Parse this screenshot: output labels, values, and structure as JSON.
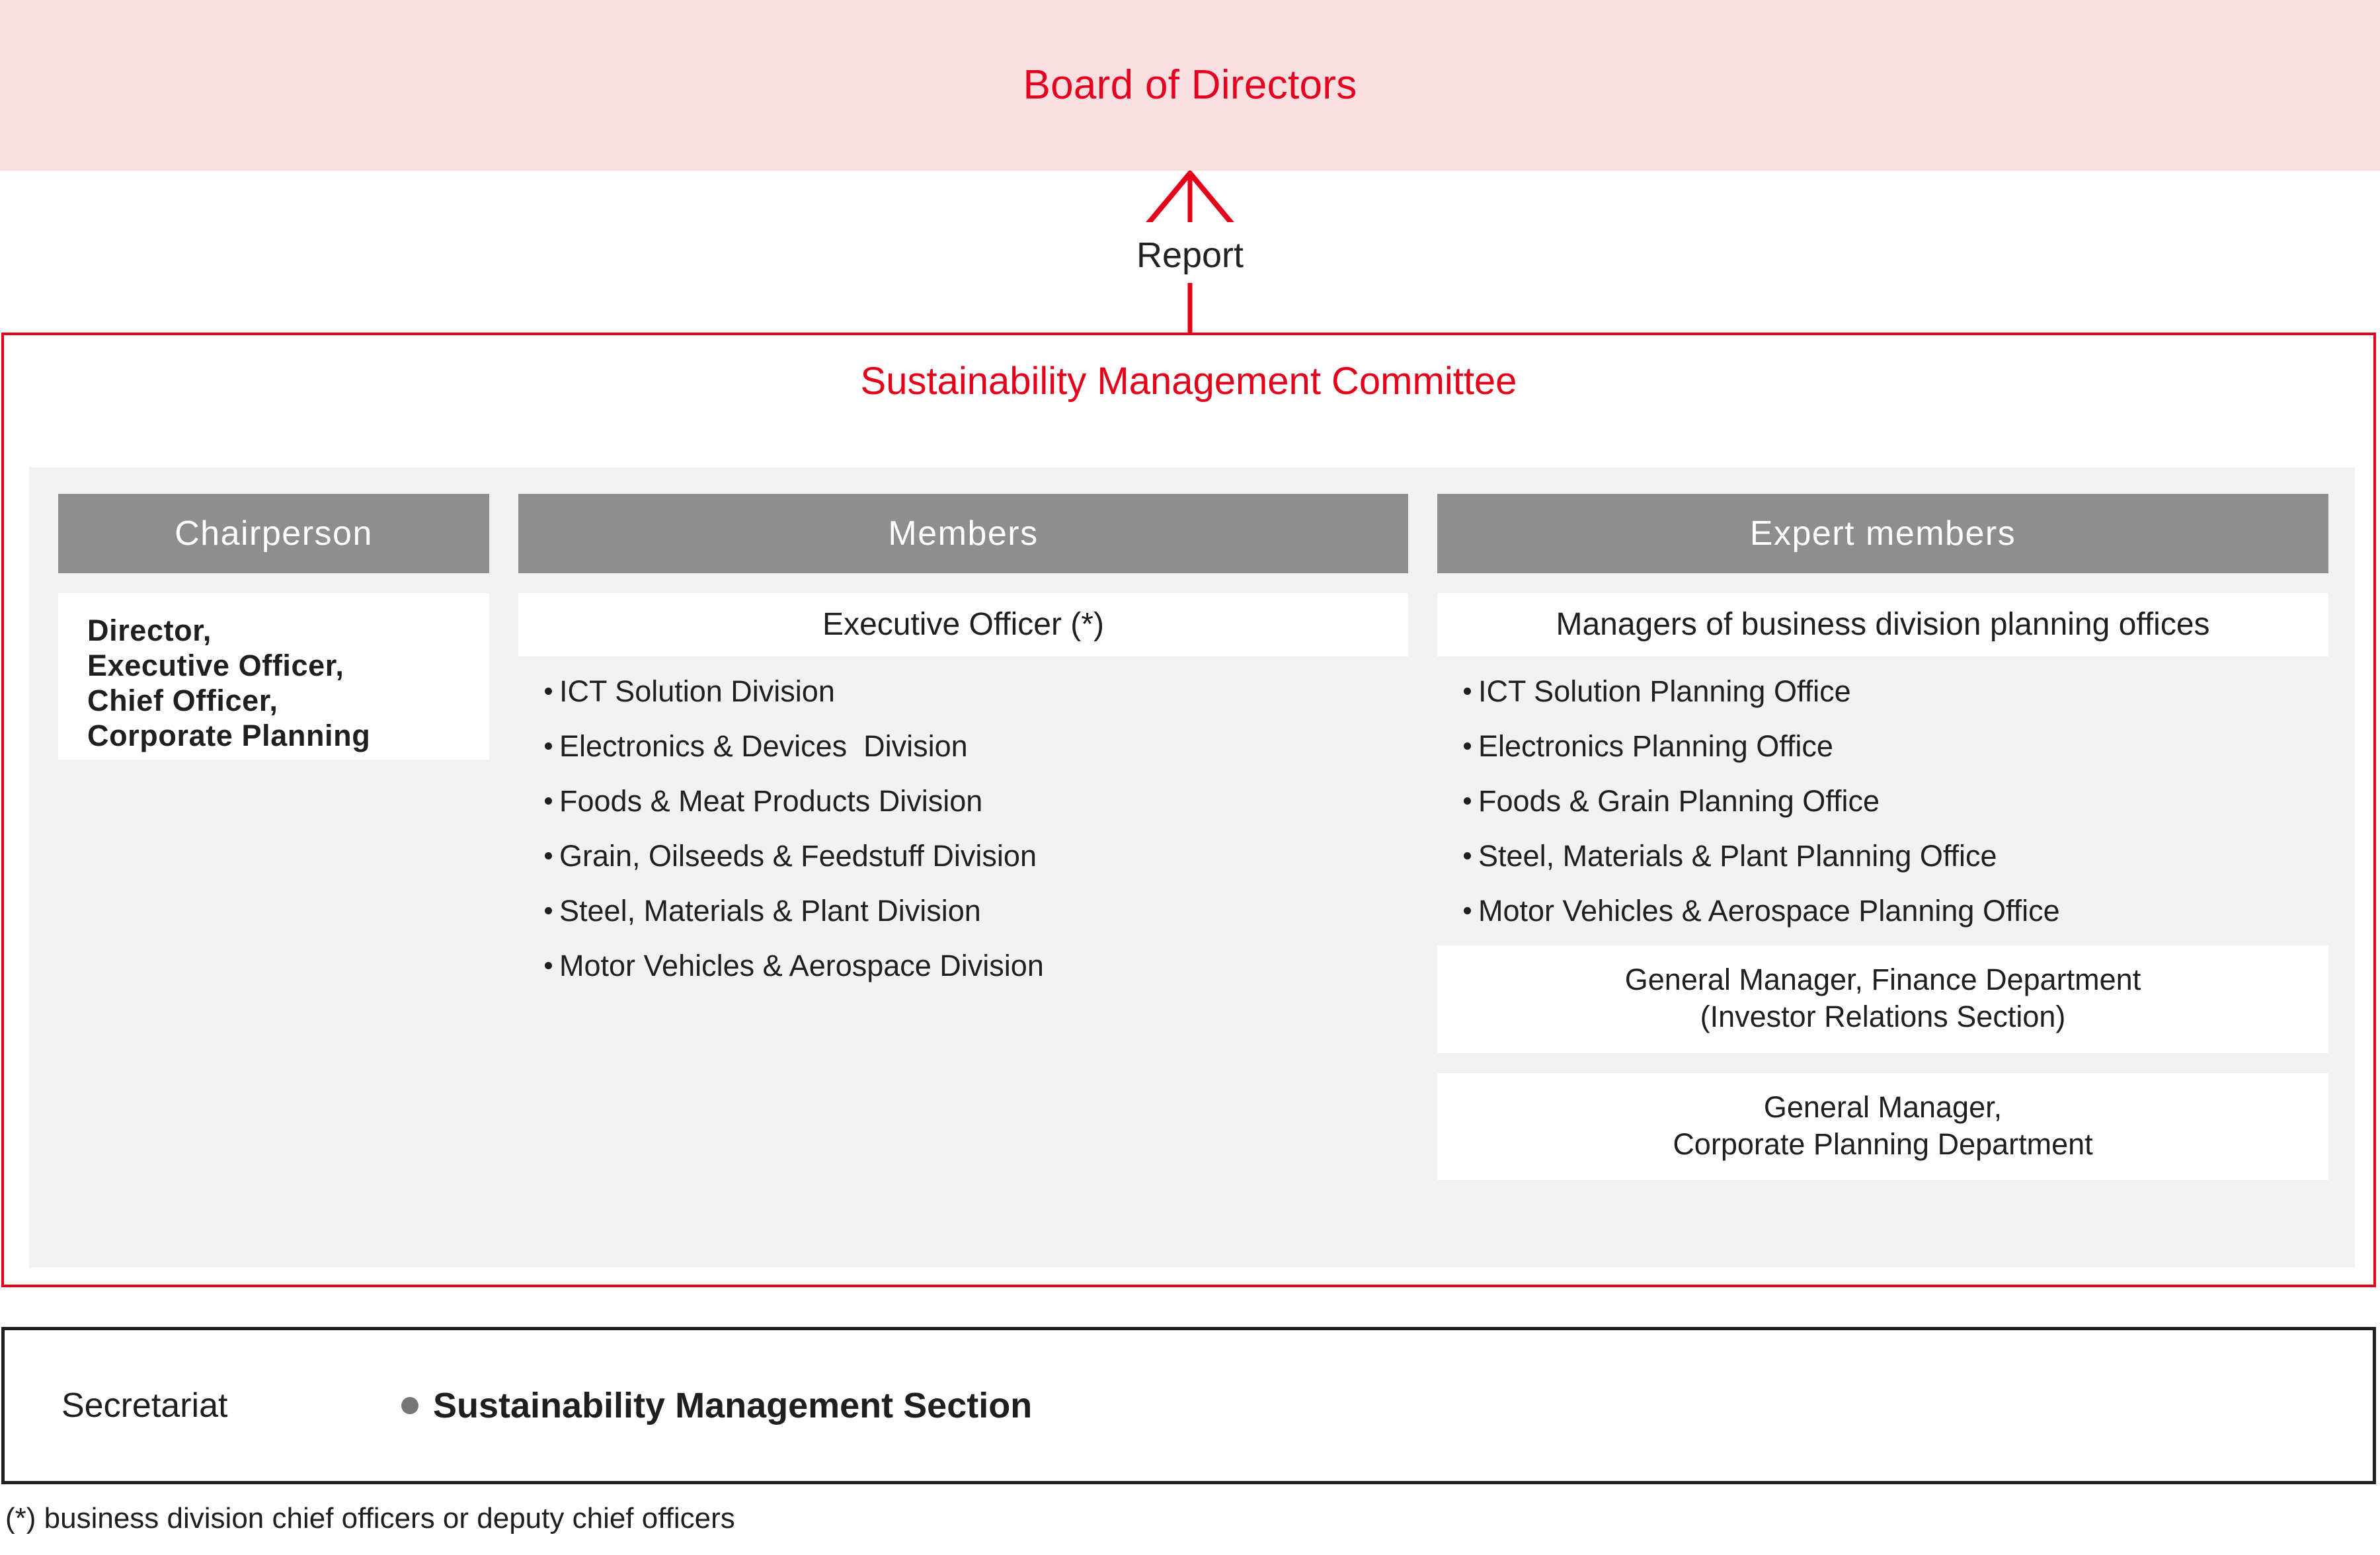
{
  "board": {
    "title": "Board of Directors",
    "band_color": "#fadfe0",
    "text_color": "#e60020"
  },
  "connector": {
    "label": "Report",
    "arrow_color": "#e50019",
    "direction": "up"
  },
  "committee": {
    "title": "Sustainability Management Committee",
    "border_color": "#e50019",
    "title_color": "#e50019",
    "panel_color": "#f1f1f1",
    "header_bg": "#8e8e8e",
    "header_text_color": "#ffffff",
    "columns": {
      "chairperson": {
        "header": "Chairperson",
        "lines": [
          "Director,",
          "Executive Officer,",
          "Chief Officer,",
          "Corporate Planning"
        ]
      },
      "members": {
        "header": "Members",
        "subhead": "Executive Officer (*)",
        "items": [
          "ICT Solution Division",
          "Electronics & Devices  Division",
          "Foods & Meat Products Division",
          "Grain, Oilseeds & Feedstuff Division",
          "Steel, Materials & Plant Division",
          "Motor Vehicles & Aerospace Division"
        ]
      },
      "expert_members": {
        "header": "Expert members",
        "subhead": "Managers of business division planning offices",
        "items": [
          "ICT Solution Planning Office",
          "Electronics Planning Office",
          "Foods & Grain Planning Office",
          "Steel, Materials & Plant Planning Office",
          "Motor Vehicles & Aerospace Planning Office"
        ],
        "cards": [
          {
            "lines": [
              "General Manager, Finance Department",
              "(Investor Relations Section)"
            ]
          },
          {
            "lines": [
              "General Manager,",
              "Corporate Planning Department"
            ]
          }
        ]
      }
    }
  },
  "secretariat": {
    "label": "Secretariat",
    "item": "Sustainability Management Section",
    "border_color": "#1f1f1f",
    "bullet_color": "#777777"
  },
  "footnote": {
    "text": "(*) business division chief officers or deputy chief officers"
  }
}
